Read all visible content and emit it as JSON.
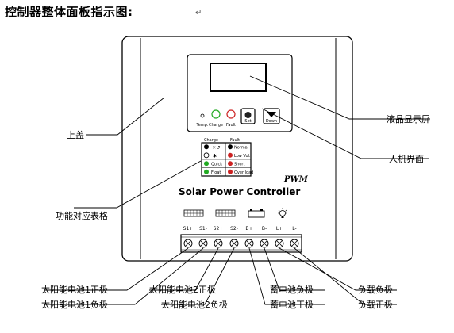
{
  "title": "控制器整体面板指示图:",
  "return_mark": "↵",
  "panel": {
    "buttons": {
      "temp": "Temp.",
      "charge": "Charge",
      "fault": "Fault",
      "set": "Set",
      "down": "Down"
    },
    "table": {
      "col_headers": [
        "Charge",
        "Fault"
      ],
      "left_rows": [
        "",
        "",
        "Quick",
        "Float"
      ],
      "right_rows": [
        "Normal",
        "Low Vol.",
        "Short",
        "Over load"
      ]
    },
    "pwm": "PWM",
    "brand": "Solar Power Controller",
    "terminals": [
      "S1+",
      "S1-",
      "S2+",
      "S2-",
      "B+",
      "B-",
      "L+",
      "L-"
    ]
  },
  "callouts": {
    "top_cover": "上盖",
    "lcd": "液晶显示屏",
    "hmi": "人机界面",
    "function_table": "功能对应表格",
    "solar1_pos": "太阳能电池1正极",
    "solar1_neg": "太阳能电池1负极",
    "solar2_pos": "太阳能电池2正极",
    "solar2_neg": "太阳能电池2负极",
    "battery_neg": "蓄电池负极",
    "battery_pos": "蓄电池正极",
    "load_neg": "负载负极",
    "load_pos": "负载正极"
  }
}
